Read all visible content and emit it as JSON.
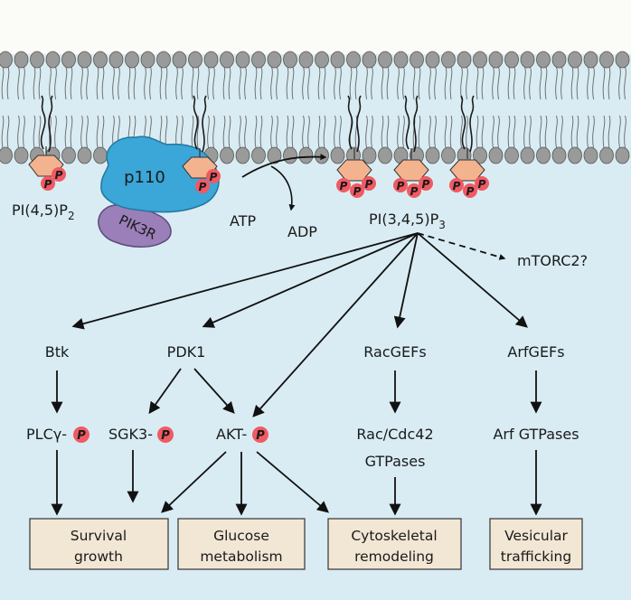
{
  "colors": {
    "background": "#d9ecf3",
    "top_background": "#fbfbf7",
    "membrane_head": "#9a9a9a",
    "inositol": "#f4b38f",
    "phosphate": "#f05a63",
    "p110": "#3ba6d8",
    "pik3r": "#9b7fb8",
    "output_box": "#f2e6d4"
  },
  "membrane": {
    "phosphate_letter": "P"
  },
  "lipids": {
    "pip2": {
      "name": "PI(4,5)P",
      "subscript": "2"
    },
    "pip3": {
      "name": "PI(3,4,5)P",
      "subscript": "3"
    }
  },
  "enzyme": {
    "catalytic": "p110",
    "regulatory": "PIK3R"
  },
  "reaction": {
    "substrate": "ATP",
    "product": "ADP"
  },
  "effectors": {
    "mtorc2": "mTORC2?",
    "btk": "Btk",
    "pdk1": "PDK1",
    "racgefs": "RacGEFs",
    "arfgefs": "ArfGEFs",
    "plcg": "PLCγ-",
    "sgk3": "SGK3-",
    "akt": "AKT-",
    "rac_line1": "Rac/Cdc42",
    "rac_line2": "GTPases",
    "arf": "Arf GTPases"
  },
  "outputs": {
    "survival": [
      "Survival",
      "growth"
    ],
    "glucose": [
      "Glucose",
      "metabolism"
    ],
    "cyto": [
      "Cytoskeletal",
      "remodeling"
    ],
    "vesicle": [
      "Vesicular",
      "trafficking"
    ]
  }
}
